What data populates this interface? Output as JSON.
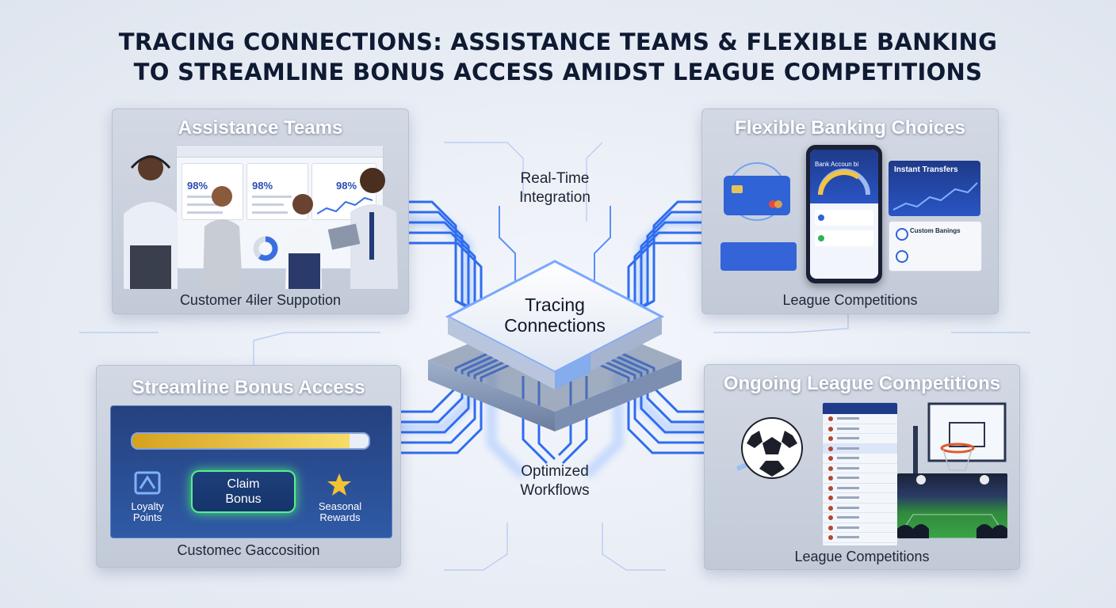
{
  "title": {
    "line1": "TRACING CONNECTIONS: ASSISTANCE TEAMS & FLEXIBLE BANKING",
    "line2": "TO STREAMLINE BONUS ACCESS AMIDST LEAGUE COMPETITIONS"
  },
  "center": {
    "hub_label_line1": "Tracing",
    "hub_label_line2": "Connections",
    "top_label_line1": "Real-Time",
    "top_label_line2": "Integration",
    "bottom_label_line1": "Optimized",
    "bottom_label_line2": "Workflows"
  },
  "panels": {
    "assistance": {
      "title": "Assistance Teams",
      "caption": "Customer 4iler Suppotion",
      "stats": [
        "98%",
        "98%",
        "98%"
      ]
    },
    "banking": {
      "title": "Flexible Banking Choices",
      "caption": "League Competitions",
      "phone_label": "Bank Accoun bi",
      "transfers_label": "Instant Transfers",
      "custom_label": "Custom Banings"
    },
    "bonus": {
      "title": "Streamline Bonus Access",
      "caption": "Customec Gaccosition",
      "progress": 0.92,
      "claim_line1": "Claim",
      "claim_line2": "Bonus",
      "left_line1": "Loyalty",
      "left_line2": "Points",
      "right_line1": "Seasonal",
      "right_line2": "Rewards"
    },
    "league": {
      "title": "Ongoing League Competitions",
      "caption": "League Competitions"
    }
  },
  "colors": {
    "wire": "#2f6cf0",
    "wire_glow": "#9fc4ff",
    "panel_title": "#ffffff",
    "claim_glow": "#49e07e"
  }
}
